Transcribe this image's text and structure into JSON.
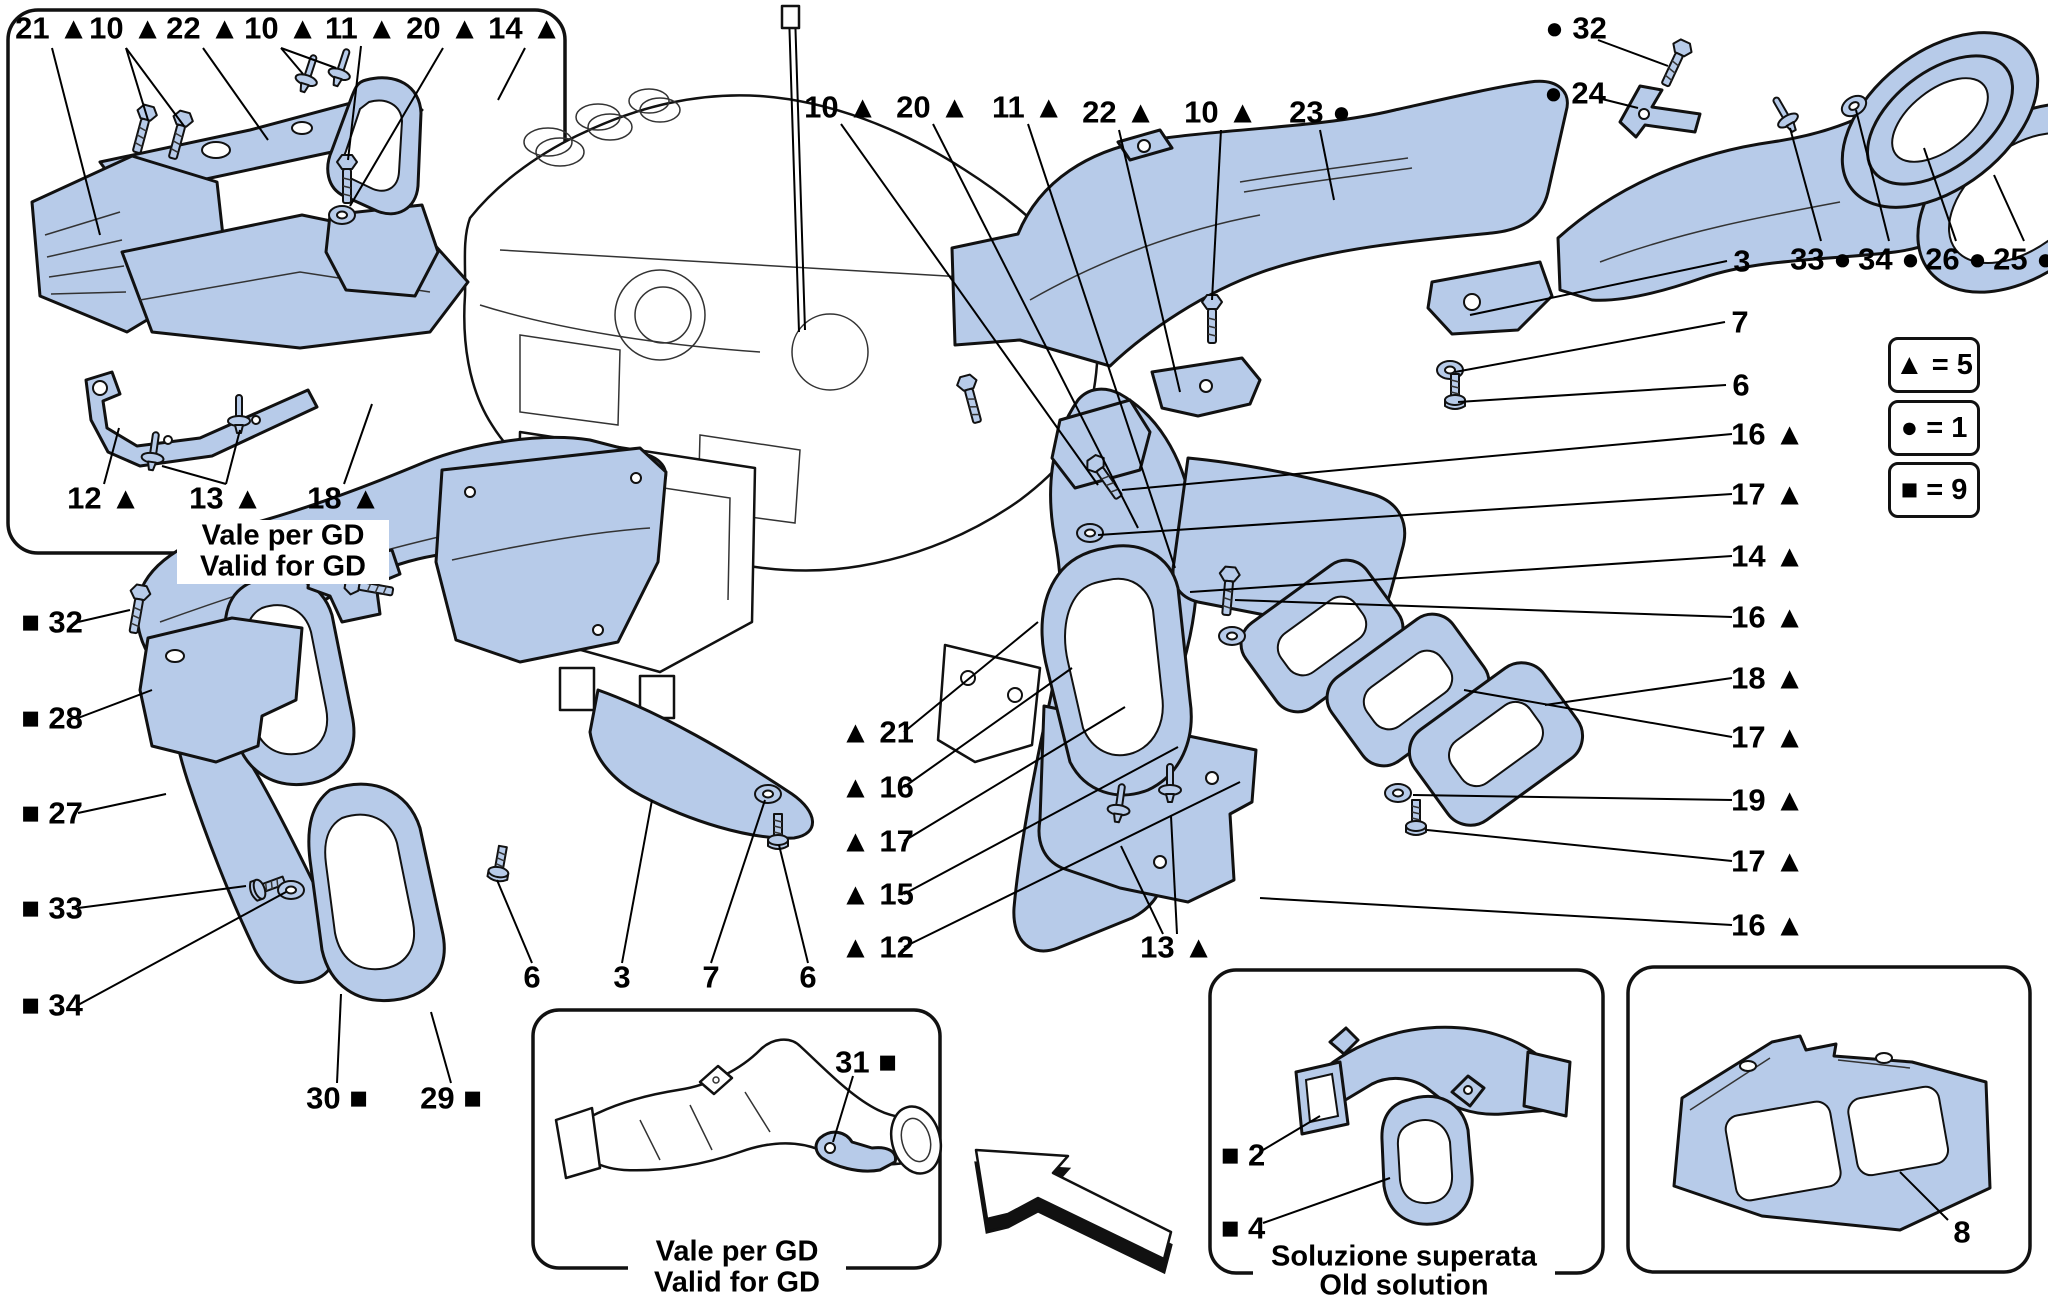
{
  "colors": {
    "part_blue": "#b7cbe9",
    "outline": "#111111",
    "background": "#ffffff"
  },
  "legend": {
    "triangle": "▲ = 5",
    "circle": "● = 1",
    "square": "■ = 9"
  },
  "captions": {
    "top_left": {
      "line1": "Vale per GD",
      "line2": "Valid for GD"
    },
    "bottom_center": {
      "line1": "Vale per GD",
      "line2": "Valid for GD"
    },
    "old_solution": {
      "line1": "Soluzione superata",
      "line2": "Old solution"
    }
  },
  "labels": {
    "tl_21": "21 ▲",
    "tl_10a": "10 ▲",
    "tl_22": "22 ▲",
    "tl_10b": "10 ▲",
    "tl_11": "11 ▲",
    "tl_20": "20 ▲",
    "tl_14": "14 ▲",
    "tl_12": "12 ▲",
    "tl_13": "13 ▲",
    "tl_18": "18 ▲",
    "tc_10": "10 ▲",
    "tc_20": "20 ▲",
    "tc_11": "11 ▲",
    "tc_22": "22 ▲",
    "tc_10b": "10 ▲",
    "tc_23": "23 ●",
    "tr_32": "● 32",
    "tr_24": "● 24",
    "r_33": "33 ●",
    "r_34": "34 ●",
    "r_26": "26 ●",
    "r_25": "25 ●",
    "rc_3": "3",
    "rc_7": "7",
    "rc_6": "6",
    "rc_16a": "16 ▲",
    "rc_17a": "17 ▲",
    "rc_14": "14 ▲",
    "rc_16b": "16 ▲",
    "rc_18": "18 ▲",
    "rc_17b": "17 ▲",
    "rc_19": "19 ▲",
    "rc_17c": "17 ▲",
    "rc_16c": "16 ▲",
    "lc_32": "■ 32",
    "lc_28": "■ 28",
    "lc_27": "■ 27",
    "lc_33": "■ 33",
    "lc_34": "■ 34",
    "bl_30": "30 ■",
    "bl_29": "29 ■",
    "bm_6a": "6",
    "bm_3": "3",
    "bm_7": "7",
    "bm_6b": "6",
    "cl_21": "▲ 21",
    "cl_16": "▲ 16",
    "cl_17": "▲ 17",
    "cl_15": "▲ 15",
    "cl_12": "▲ 12",
    "cm_13": "13 ▲",
    "ins_31": "31 ■",
    "os_2": "■ 2",
    "os_4": "■ 4",
    "p8_8": "8"
  }
}
